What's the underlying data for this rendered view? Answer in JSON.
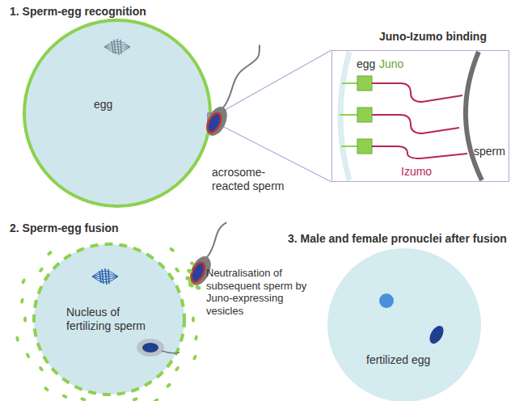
{
  "diagram": {
    "nodes": [
      {
        "text": [
          "egg"
        ]
      },
      {
        "text": [
          "Juno-Izumo binding",
          "egg",
          "Juno",
          "Izumo",
          "sperm"
        ]
      },
      {
        "text": [
          "Nucleus of fertilizing sperm"
        ]
      },
      {
        "text": [
          "fertilized egg"
        ]
      }
    ],
    "labels": [
      "1. Sperm-egg recognition",
      "acrosome-reacted sperm",
      "2. Sperm-egg fusion",
      "Neutralisation of subsequent sperm by Juno-expressing vesicles",
      "3. Male and female pronuclei after fusion"
    ]
  }
}
